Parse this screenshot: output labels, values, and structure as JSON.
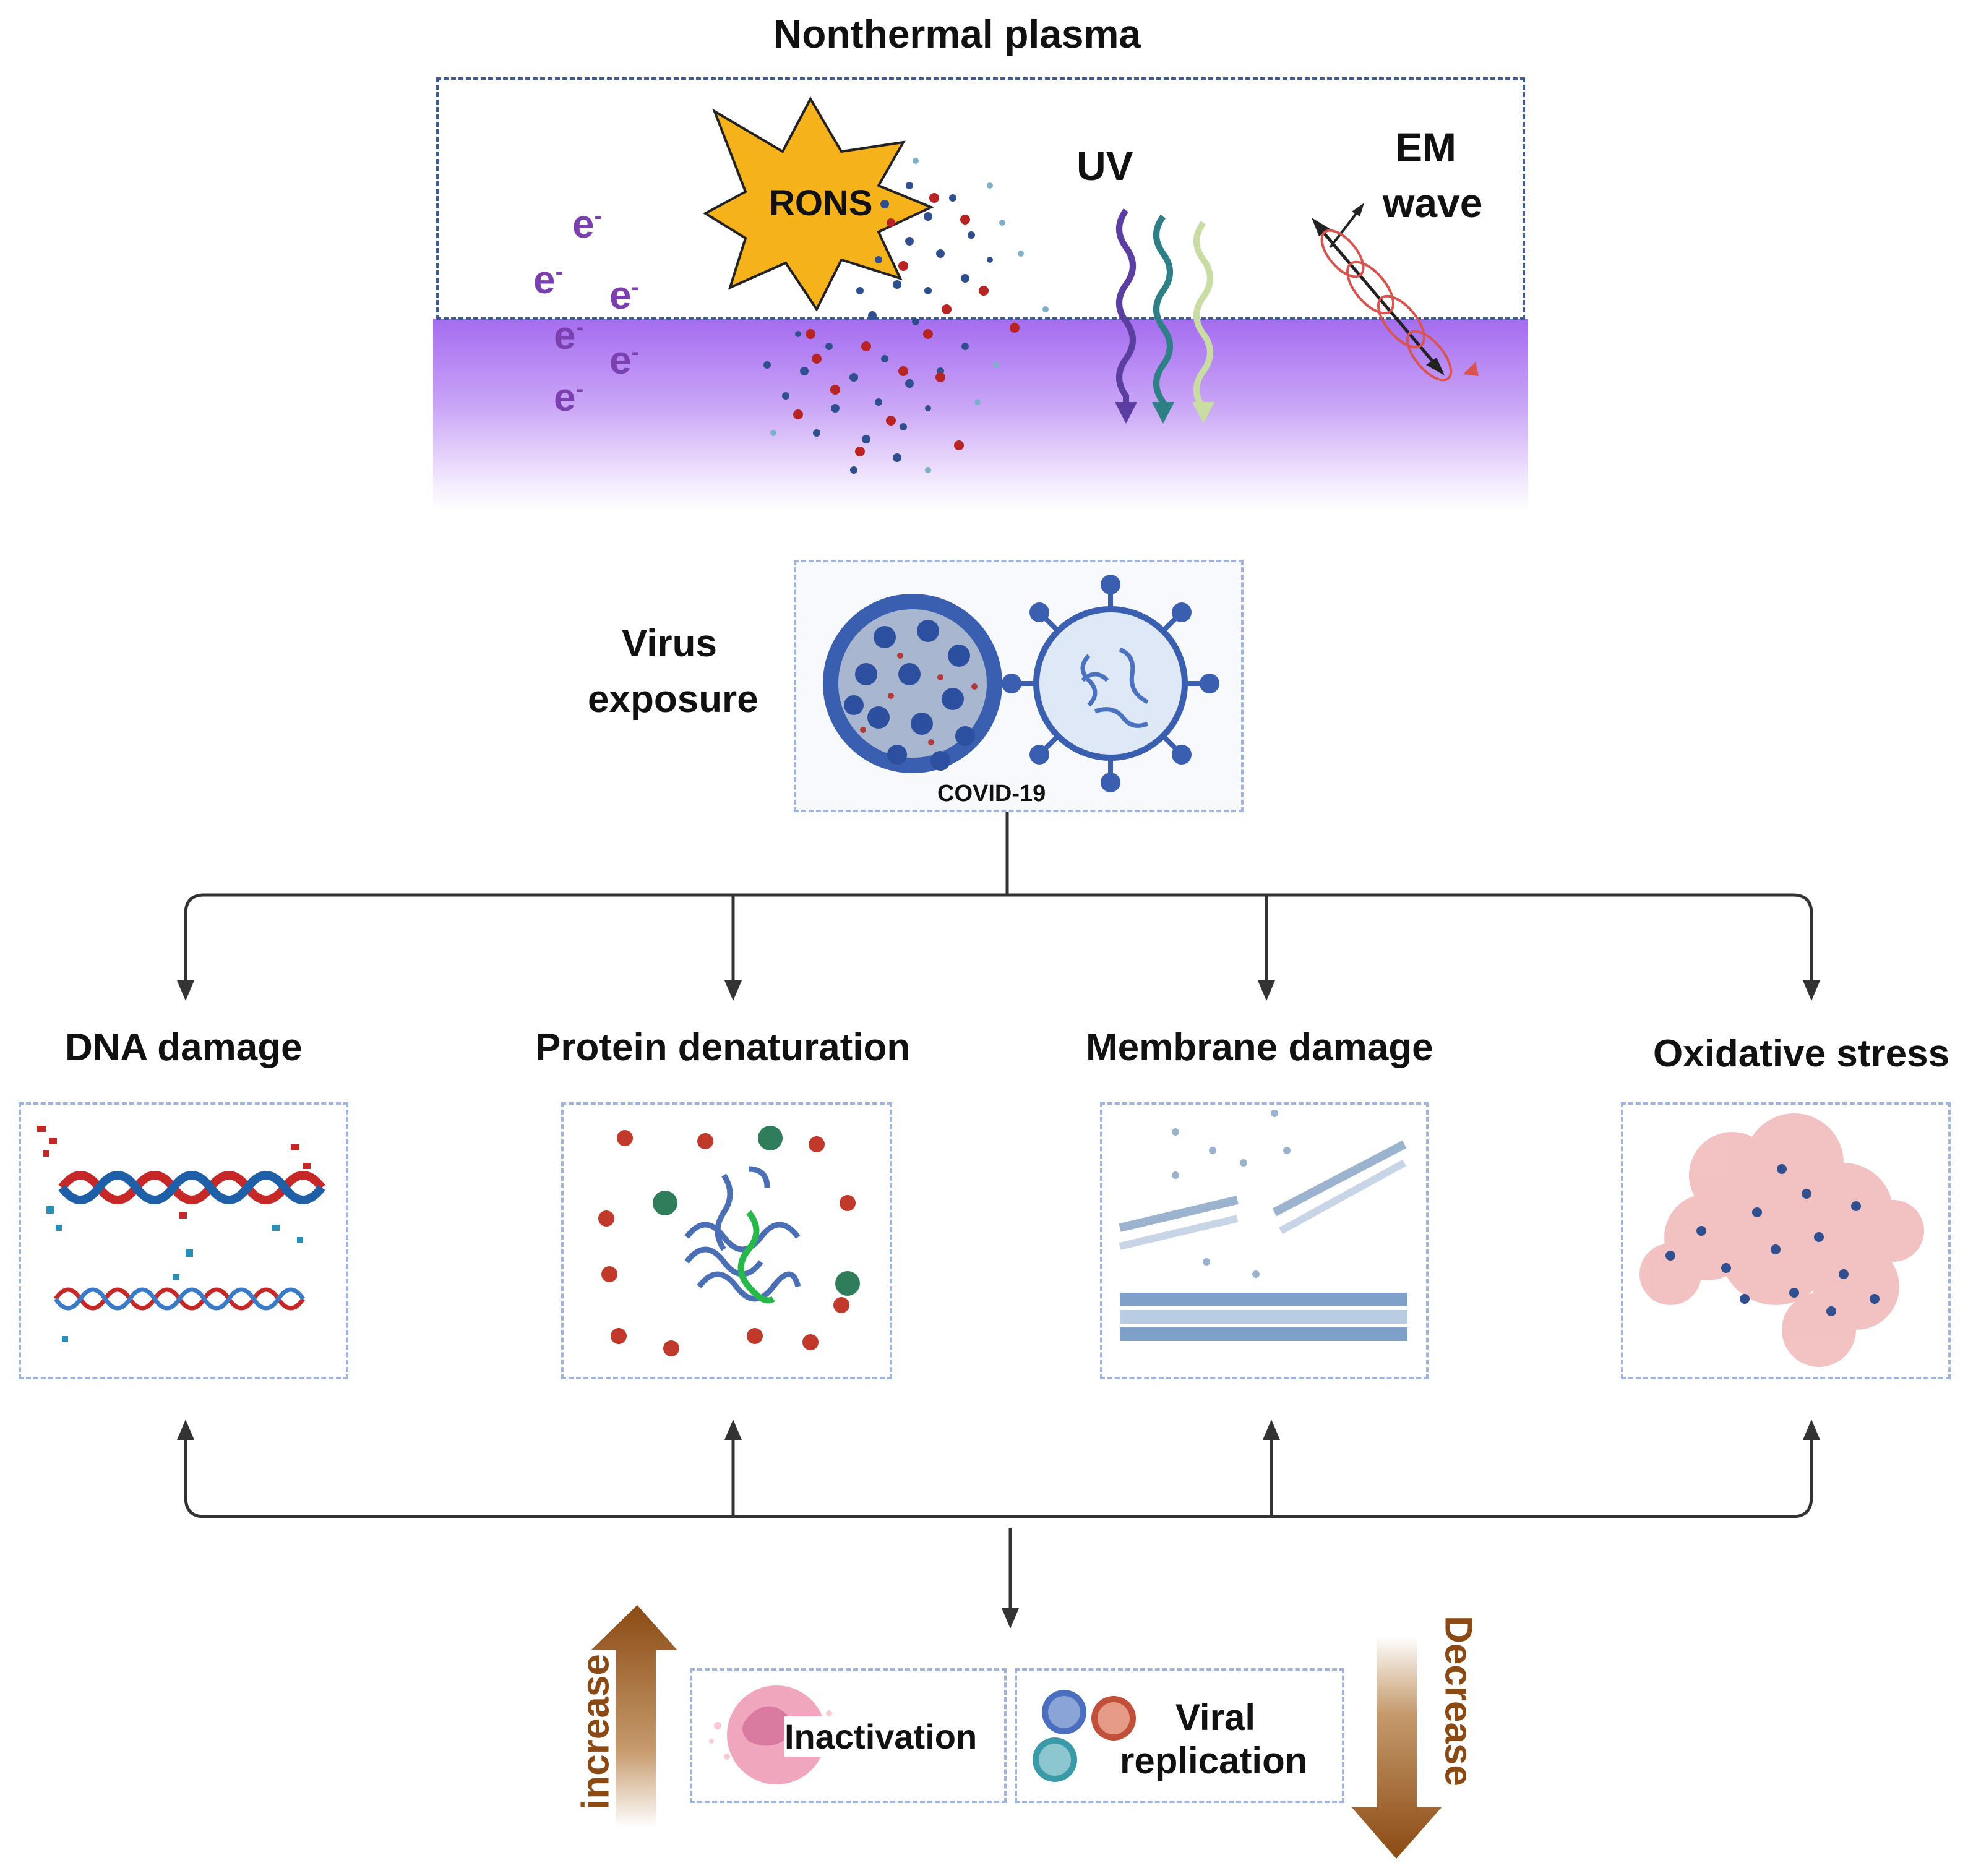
{
  "plasma": {
    "title": "Nonthermal plasma",
    "rons_label": "RONS",
    "uv_label": "UV",
    "em_label_line1": "EM",
    "em_label_line2": "wave",
    "electron_symbol": "e",
    "electron_superscript": "-"
  },
  "virus": {
    "label_line1": "Virus",
    "label_line2": "exposure",
    "caption": "COVID-19"
  },
  "mechanisms": [
    {
      "label": "DNA damage"
    },
    {
      "label": "Protein denaturation"
    },
    {
      "label": "Membrane damage"
    },
    {
      "label": "Oxidative stress"
    }
  ],
  "outcomes": {
    "increase_label": "increase",
    "decrease_label": "Decrease",
    "inactivation_label": "Inactivation",
    "viral_line1": "Viral",
    "viral_line2": "replication"
  },
  "colors": {
    "plasma_purple": "#a46cf0",
    "electron_purple": "#7b3fb0",
    "rons_burst": "#f6b21a",
    "arrow_brown": "#8b4a14",
    "dashed_border": "#9fb4dc",
    "plasma_box_border": "#3a5a9a"
  }
}
